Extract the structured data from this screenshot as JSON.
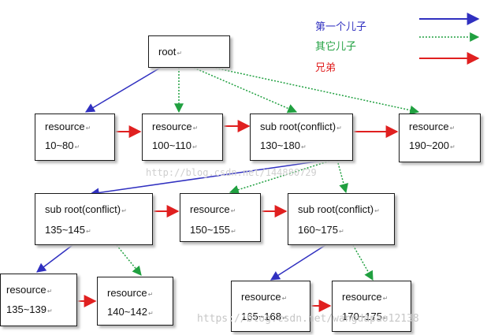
{
  "legend": [
    {
      "label": "第一个儿子",
      "color": "#3030c0"
    },
    {
      "label": "其它儿子",
      "color": "#20a040"
    },
    {
      "label": "兄弟",
      "color": "#e02020"
    }
  ],
  "nodes": {
    "root": {
      "l1": "root",
      "l2": ""
    },
    "r10": {
      "l1": "resource",
      "l2": "10~80"
    },
    "r100": {
      "l1": "resource",
      "l2": "100~110"
    },
    "s130": {
      "l1": "sub root(conflict)",
      "l2": "130~180"
    },
    "r190": {
      "l1": "resource",
      "l2": "190~200"
    },
    "s135": {
      "l1": "sub root(conflict)",
      "l2": "135~145"
    },
    "r150": {
      "l1": "resource",
      "l2": "150~155"
    },
    "s160": {
      "l1": "sub root(conflict)",
      "l2": "160~175"
    },
    "r135": {
      "l1": "resource",
      "l2": "135~139"
    },
    "r140": {
      "l1": "resource",
      "l2": "140~142"
    },
    "r165": {
      "l1": "resource",
      "l2": "165~168"
    },
    "r170": {
      "l1": "resource",
      "l2": "170~175"
    }
  },
  "mark": "↵",
  "watermarks": {
    "center": "http://blog.csdn.net/144880729",
    "bottom": "https://blog.csdn.net/wangdapao12138"
  }
}
